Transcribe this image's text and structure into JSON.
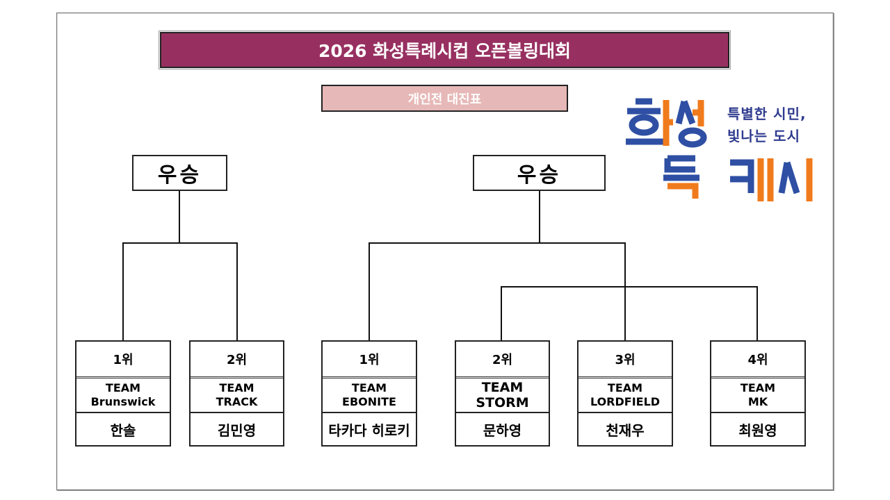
{
  "title": "2026 화성특례시컵 오픈볼링대회",
  "subtitle": "개인전 대진표",
  "logo": {
    "word1": "화성",
    "word2": "특례시",
    "slogan_line1": "특별한 시민,",
    "slogan_line2": "빛나는 도시",
    "colors": {
      "blue": "#2e4fa3",
      "orange": "#f07b1c",
      "navy": "#2f3b8f"
    }
  },
  "left_bracket": {
    "winner_label": "우승",
    "entries": [
      {
        "rank": "1위",
        "team_line1": "TEAM",
        "team_line2": "Brunswick",
        "player": "한솔"
      },
      {
        "rank": "2위",
        "team_line1": "TEAM",
        "team_line2": "TRACK",
        "player": "김민영"
      }
    ]
  },
  "right_bracket": {
    "winner_label": "우승",
    "entries": [
      {
        "rank": "1위",
        "team_line1": "TEAM",
        "team_line2": "EBONITE",
        "player": "타카다 히로키"
      },
      {
        "rank": "2위",
        "team_line1": "TEAM",
        "team_line2": "STORM",
        "player": "문하영"
      },
      {
        "rank": "3위",
        "team_line1": "TEAM",
        "team_line2": "LORDFIELD",
        "player": "천재우"
      },
      {
        "rank": "4위",
        "team_line1": "TEAM",
        "team_line2": "MK",
        "player": "최원영"
      }
    ]
  },
  "colors": {
    "title_bg": "#973060",
    "subtitle_bg": "#e6b8b7"
  }
}
